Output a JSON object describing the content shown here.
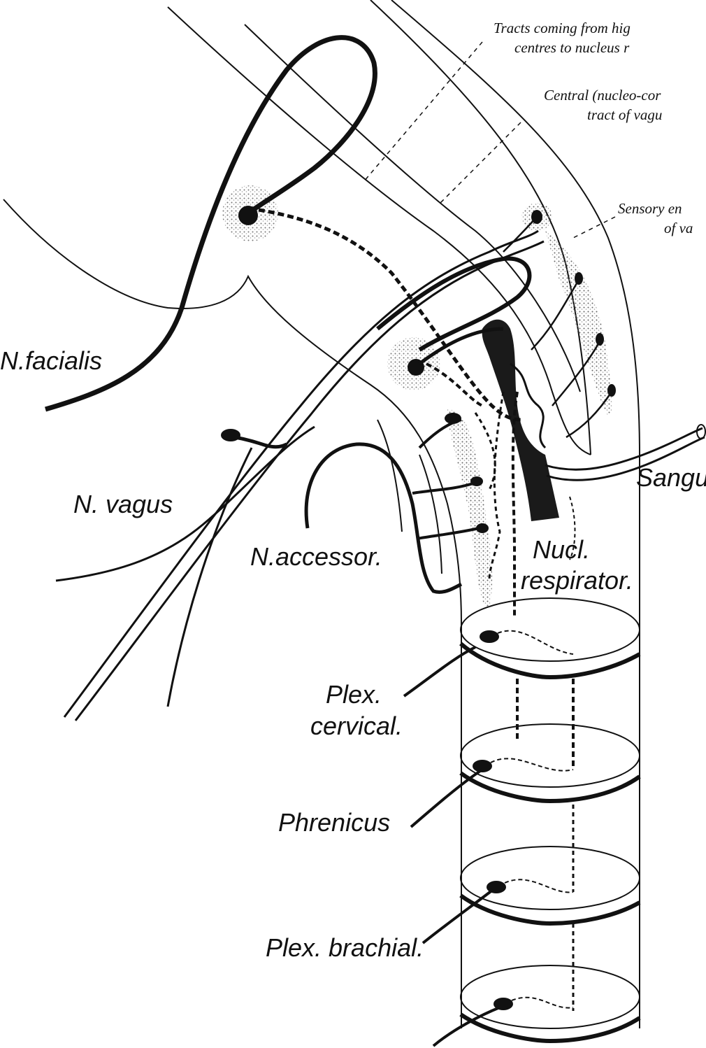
{
  "labels": {
    "tracts_line1": "Tracts coming from hig",
    "tracts_line2": "centres to nucleus r",
    "central_line1": "Central (nucleo-cor",
    "central_line2": "tract of vagu",
    "sensory_line1": "Sensory en",
    "sensory_line2": "of va",
    "facialis": "N.facialis",
    "vagus": "N. vagus",
    "accessor": "N.accessor.",
    "nucl_line1": "Nucl.",
    "nucl_line2": "respirator.",
    "sangu": "Sangu",
    "plex_cervical_line1": "Plex.",
    "plex_cervical_line2": "cervical.",
    "phrenicus": "Phrenicus",
    "plex_brachial": "Plex. brachial."
  },
  "colors": {
    "ink": "#111111",
    "background": "#ffffff",
    "stipple": "#8a8a8a",
    "nucleus_fill": "#1a1a1a"
  }
}
